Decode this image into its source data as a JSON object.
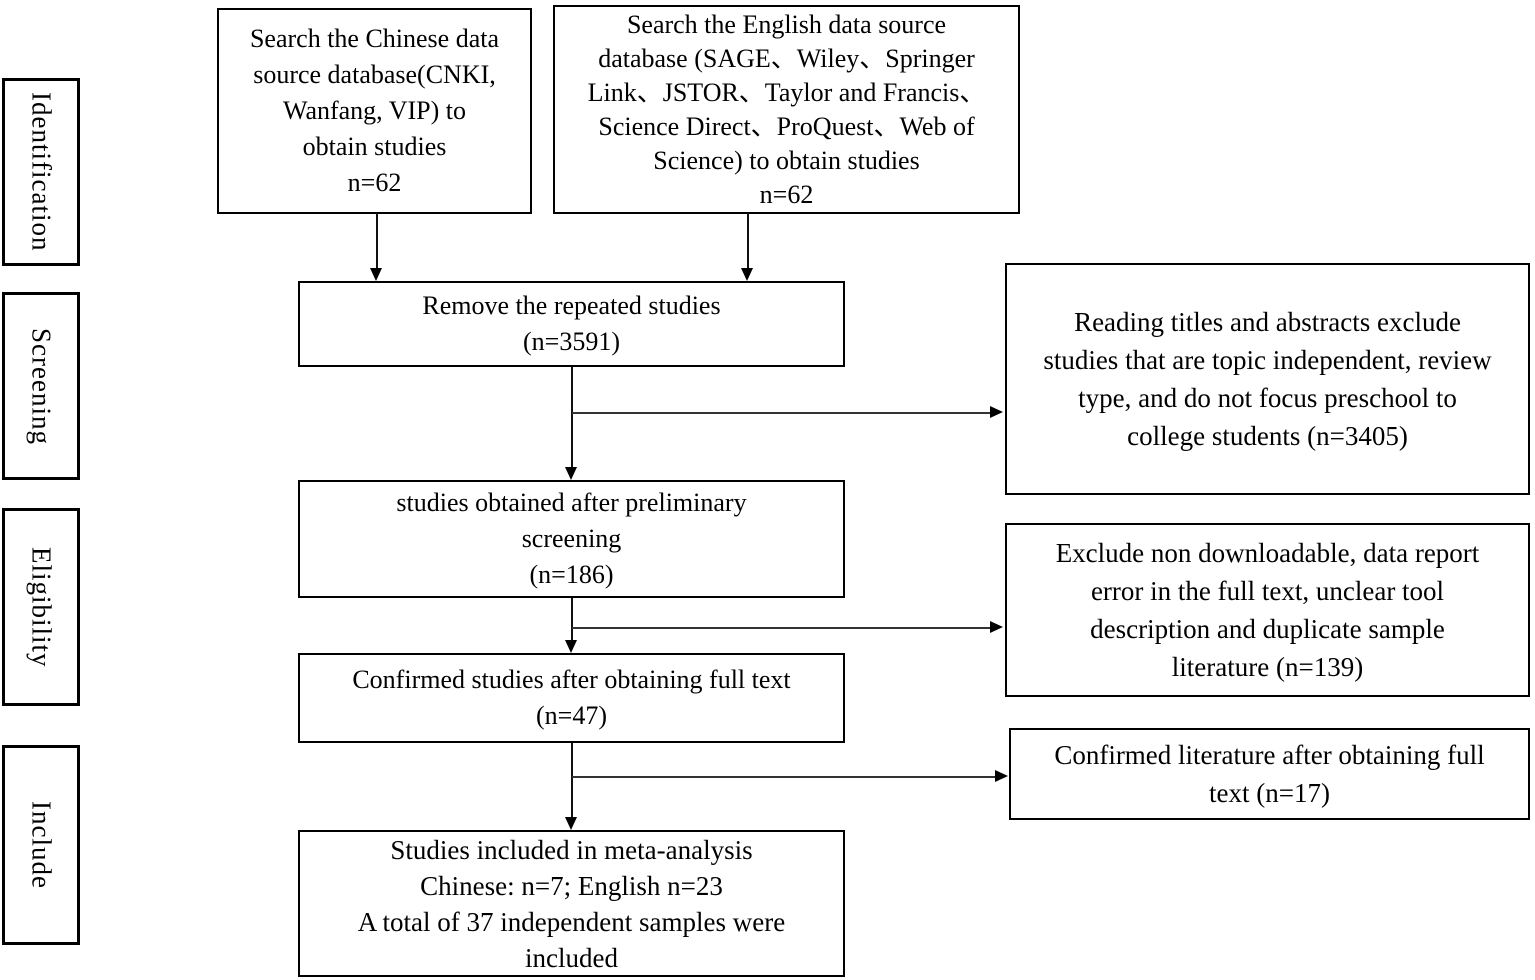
{
  "figure": {
    "type": "prisma-flow-diagram",
    "background": "#ffffff",
    "border_color": "#000000",
    "text_color": "#000000"
  },
  "stages": [
    {
      "label": "Identification"
    },
    {
      "label": "Screening"
    },
    {
      "label": "Eligibility"
    },
    {
      "label": "Include"
    }
  ],
  "boxes": {
    "chinese_search": {
      "n": 62,
      "lines": [
        "Search the Chinese data",
        "source database(CNKI,",
        "Wanfang, VIP) to",
        "obtain studies",
        "n=62"
      ]
    },
    "english_search": {
      "n": 62,
      "lines": [
        "Search the English data source",
        "database (SAGE、Wiley、Springer",
        "Link、JSTOR、Taylor and Francis、",
        "Science Direct、ProQuest、Web of",
        "Science) to obtain studies",
        "n=62"
      ]
    },
    "remove_duplicates": {
      "n": 3591,
      "lines": [
        "Remove the repeated studies",
        "(n=3591)"
      ]
    },
    "title_abstract_exclusion": {
      "n": 3405,
      "lines": [
        "Reading titles and abstracts exclude",
        "studies that are topic independent, review",
        "type, and do not focus preschool to",
        "college students (n=3405)"
      ]
    },
    "preliminary_screening": {
      "n": 186,
      "lines": [
        "studies obtained after preliminary",
        "screening",
        "(n=186)"
      ]
    },
    "full_text_exclusion": {
      "n": 139,
      "lines": [
        "Exclude non downloadable, data report",
        "error in the full text, unclear tool",
        "description and duplicate sample",
        "literature (n=139)"
      ]
    },
    "confirmed_full_text": {
      "n": 47,
      "lines": [
        "Confirmed studies after obtaining full text",
        "(n=47)"
      ]
    },
    "confirmed_literature": {
      "n": 17,
      "lines": [
        "Confirmed literature after obtaining full",
        "text (n=17)"
      ]
    },
    "included_studies": {
      "chinese_n": 7,
      "english_n": 23,
      "independent_samples": 37,
      "lines": [
        "Studies included in meta-analysis",
        "Chinese: n=7; English n=23",
        "A total of 37 independent samples were",
        "included"
      ]
    }
  }
}
